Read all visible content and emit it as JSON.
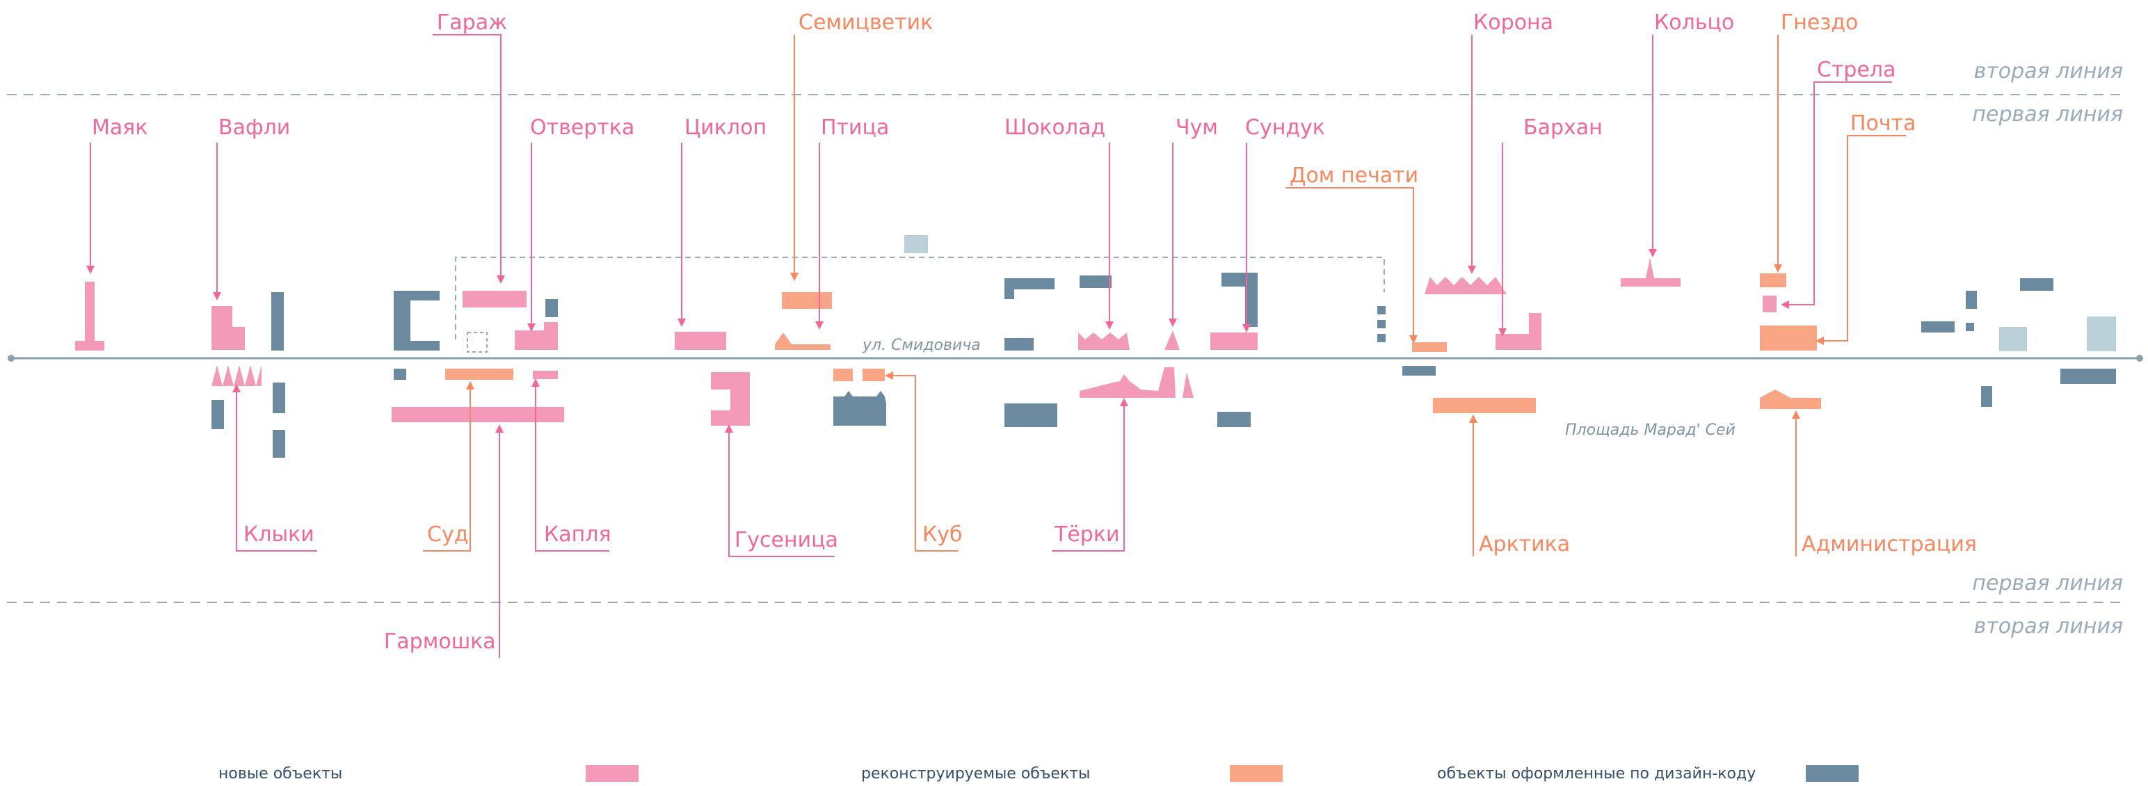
{
  "colors": {
    "new": "#f49ab9",
    "reconstructed": "#f7a584",
    "design_code": "#6b8aa0",
    "new_text": "#f0679a",
    "rec_text": "#f6875f",
    "guide": "#9aabb7",
    "axis": "#8aa1af"
  },
  "zone_labels": {
    "second_line_top": "вторая линия",
    "first_line_top": "первая линия",
    "first_line_bottom": "первая линия",
    "second_line_bottom": "вторая линия"
  },
  "streets": {
    "main_street": "ул. Смидовича",
    "square": "Площадь Марад' Сей"
  },
  "objects_top": [
    {
      "id": "mayak",
      "name": "Маяк"
    },
    {
      "id": "vafli",
      "name": "Вафли"
    },
    {
      "id": "garazh",
      "name": "Гараж"
    },
    {
      "id": "otvertka",
      "name": "Отвертка"
    },
    {
      "id": "tsiklop",
      "name": "Циклоп"
    },
    {
      "id": "semitsvetik",
      "name": "Семицветик"
    },
    {
      "id": "ptitsa",
      "name": "Птица"
    },
    {
      "id": "shokolad",
      "name": "Шоколад"
    },
    {
      "id": "chum",
      "name": "Чум"
    },
    {
      "id": "sunduk",
      "name": "Сундук"
    },
    {
      "id": "dom_pechati",
      "name": "Дом печати"
    },
    {
      "id": "korona",
      "name": "Корона"
    },
    {
      "id": "barkhan",
      "name": "Бархан"
    },
    {
      "id": "koltso",
      "name": "Кольцо"
    },
    {
      "id": "gnezdo",
      "name": "Гнездо"
    },
    {
      "id": "strela",
      "name": "Стрела"
    },
    {
      "id": "pochta",
      "name": "Почта"
    }
  ],
  "objects_bottom": [
    {
      "id": "klyki",
      "name": "Клыки"
    },
    {
      "id": "sud",
      "name": "Суд"
    },
    {
      "id": "kaplya",
      "name": "Капля"
    },
    {
      "id": "garmoshka",
      "name": "Гармошка"
    },
    {
      "id": "gusenitsa",
      "name": "Гусеница"
    },
    {
      "id": "kub",
      "name": "Куб"
    },
    {
      "id": "terki",
      "name": "Тёрки"
    },
    {
      "id": "arktika",
      "name": "Арктика"
    },
    {
      "id": "administratsiya",
      "name": "Администрация"
    }
  ],
  "legend": {
    "new": "новые объекты",
    "reconstructed": "реконструируемые объекты",
    "design_code": "объекты оформленные по дизайн-коду"
  }
}
